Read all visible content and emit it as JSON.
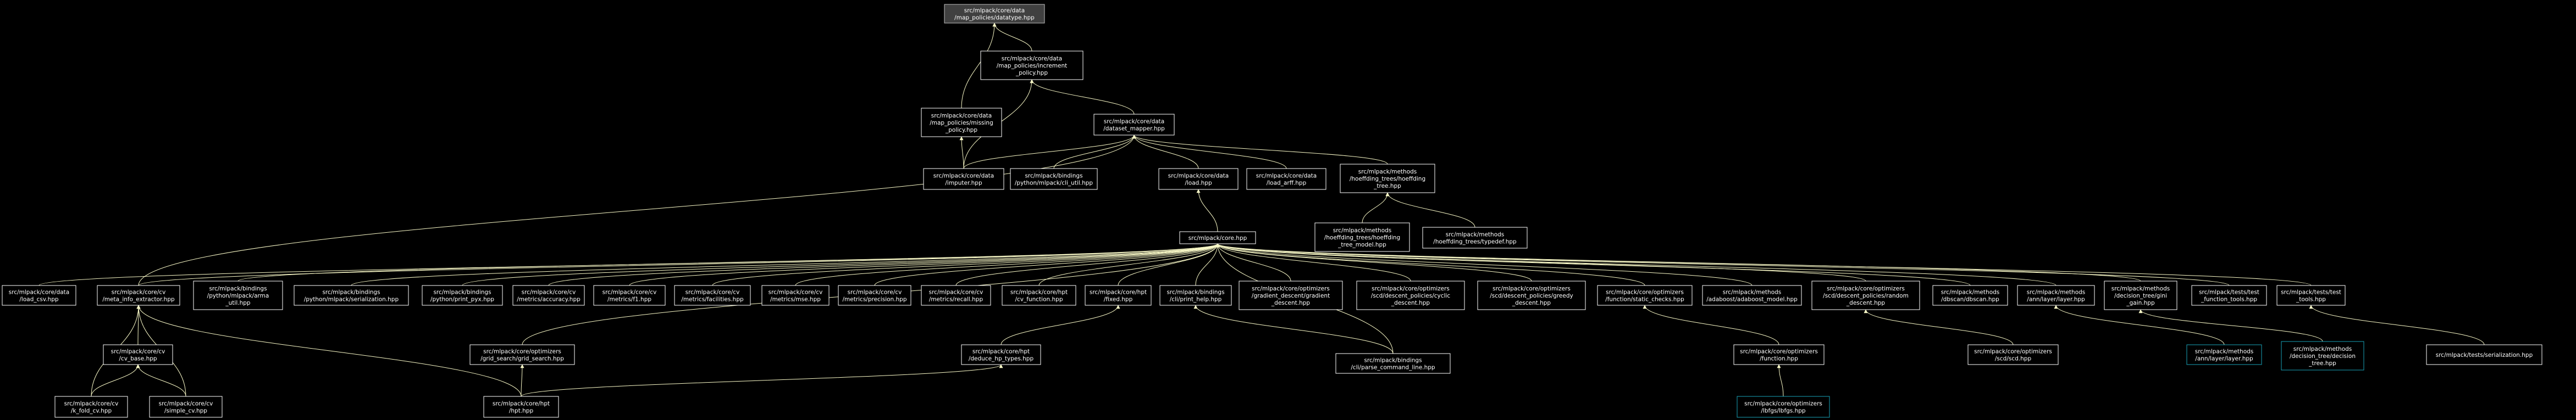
{
  "diagram": {
    "root": "n_datatype",
    "colors": {
      "background": "#000000",
      "edge": "#fafac8",
      "node_border": "#ffffff",
      "node_text": "#ffffff",
      "root_fill": "#404040",
      "root_border": "#c0c0c0",
      "highlight_border": "#17a2b8"
    },
    "nodes": [
      {
        "id": "n_datatype",
        "lines": [
          "src/mlpack/core/data",
          "/map_policies/datatype.hpp"
        ],
        "root": true
      },
      {
        "id": "n_increment",
        "lines": [
          "src/mlpack/core/data",
          "/map_policies/increment",
          "_policy.hpp"
        ]
      },
      {
        "id": "n_missing",
        "lines": [
          "src/mlpack/core/data",
          "/map_policies/missing",
          "_policy.hpp"
        ]
      },
      {
        "id": "n_dsmapper",
        "lines": [
          "src/mlpack/core/data",
          "/dataset_mapper.hpp"
        ]
      },
      {
        "id": "n_imputer",
        "lines": [
          "src/mlpack/core/data",
          "/imputer.hpp"
        ]
      },
      {
        "id": "n_cliutil",
        "lines": [
          "src/mlpack/bindings",
          "/python/mlpack/cli_util.hpp"
        ]
      },
      {
        "id": "n_load",
        "lines": [
          "src/mlpack/core/data",
          "/load.hpp"
        ]
      },
      {
        "id": "n_loadarff",
        "lines": [
          "src/mlpack/core/data",
          "/load_arff.hpp"
        ]
      },
      {
        "id": "n_hoefftree",
        "lines": [
          "src/mlpack/methods",
          "/hoeffding_trees/hoeffding",
          "_tree.hpp"
        ]
      },
      {
        "id": "n_hoefftreemodel",
        "lines": [
          "src/mlpack/methods",
          "/hoeffding_trees/hoeffding",
          "_tree_model.hpp"
        ]
      },
      {
        "id": "n_typedef",
        "lines": [
          "src/mlpack/methods",
          "/hoeffding_trees/typedef.hpp"
        ]
      },
      {
        "id": "n_core",
        "lines": [
          "src/mlpack/core.hpp"
        ]
      },
      {
        "id": "n_loadcsv",
        "lines": [
          "src/mlpack/core/data",
          "/load_csv.hpp"
        ]
      },
      {
        "id": "n_metainfo",
        "lines": [
          "src/mlpack/core/cv",
          "/meta_info_extractor.hpp"
        ]
      },
      {
        "id": "n_armautil",
        "lines": [
          "src/mlpack/bindings",
          "/python/mlpack/arma",
          "_util.hpp"
        ]
      },
      {
        "id": "n_serialization",
        "lines": [
          "src/mlpack/bindings",
          "/python/mlpack/serialization.hpp"
        ]
      },
      {
        "id": "n_printpyx",
        "lines": [
          "src/mlpack/bindings",
          "/python/print_pyx.hpp"
        ]
      },
      {
        "id": "n_accuracy",
        "lines": [
          "src/mlpack/core/cv",
          "/metrics/accuracy.hpp"
        ]
      },
      {
        "id": "n_f1",
        "lines": [
          "src/mlpack/core/cv",
          "/metrics/f1.hpp"
        ]
      },
      {
        "id": "n_facilities",
        "lines": [
          "src/mlpack/core/cv",
          "/metrics/facilities.hpp"
        ]
      },
      {
        "id": "n_mse",
        "lines": [
          "src/mlpack/core/cv",
          "/metrics/mse.hpp"
        ]
      },
      {
        "id": "n_precision",
        "lines": [
          "src/mlpack/core/cv",
          "/metrics/precision.hpp"
        ]
      },
      {
        "id": "n_recall",
        "lines": [
          "src/mlpack/core/cv",
          "/metrics/recall.hpp"
        ]
      },
      {
        "id": "n_cvfunction",
        "lines": [
          "src/mlpack/core/hpt",
          "/cv_function.hpp"
        ]
      },
      {
        "id": "n_fixed",
        "lines": [
          "src/mlpack/core/hpt",
          "/fixed.hpp"
        ]
      },
      {
        "id": "n_printhelp",
        "lines": [
          "src/mlpack/bindings",
          "/cli/print_help.hpp"
        ]
      },
      {
        "id": "n_gradient",
        "lines": [
          "src/mlpack/core/optimizers",
          "/gradient_descent/gradient",
          "_descent.hpp"
        ]
      },
      {
        "id": "n_cyclic",
        "lines": [
          "src/mlpack/core/optimizers",
          "/scd/descent_policies/cyclic",
          "_descent.hpp"
        ]
      },
      {
        "id": "n_greedy",
        "lines": [
          "src/mlpack/core/optimizers",
          "/scd/descent_policies/greedy",
          "_descent.hpp"
        ]
      },
      {
        "id": "n_staticchecks",
        "lines": [
          "src/mlpack/core/optimizers",
          "/function/static_checks.hpp"
        ]
      },
      {
        "id": "n_adaboost",
        "lines": [
          "src/mlpack/methods",
          "/adaboost/adaboost_model.hpp"
        ]
      },
      {
        "id": "n_random",
        "lines": [
          "src/mlpack/core/optimizers",
          "/scd/descent_policies/random",
          "_descent.hpp"
        ]
      },
      {
        "id": "n_dbscan",
        "lines": [
          "src/mlpack/methods",
          "/dbscan/dbscan.hpp"
        ]
      },
      {
        "id": "n_layer",
        "lines": [
          "src/mlpack/methods",
          "/ann/layer/layer.hpp"
        ]
      },
      {
        "id": "n_dtgain",
        "lines": [
          "src/mlpack/methods",
          "/decision_tree/gini",
          "_gain.hpp"
        ]
      },
      {
        "id": "n_testfunc",
        "lines": [
          "src/mlpack/tests/test",
          "_function_tools.hpp"
        ]
      },
      {
        "id": "n_testtools",
        "lines": [
          "src/mlpack/tests/test",
          "_tools.hpp"
        ]
      },
      {
        "id": "n_cvbase",
        "lines": [
          "src/mlpack/core/cv",
          "/cv_base.hpp"
        ]
      },
      {
        "id": "n_gridsearch",
        "lines": [
          "src/mlpack/core/optimizers",
          "/grid_search/grid_search.hpp"
        ]
      },
      {
        "id": "n_deducehp",
        "lines": [
          "src/mlpack/core/hpt",
          "/deduce_hp_types.hpp"
        ]
      },
      {
        "id": "n_parsecmd",
        "lines": [
          "src/mlpack/bindings",
          "/cli/parse_command_line.hpp"
        ]
      },
      {
        "id": "n_function",
        "lines": [
          "src/mlpack/core/optimizers",
          "/function.hpp"
        ]
      },
      {
        "id": "n_scd",
        "lines": [
          "src/mlpack/core/optimizers",
          "/scd/scd.hpp"
        ]
      },
      {
        "id": "n_layerfwd",
        "lines": [
          "src/mlpack/methods",
          "/ann/layer/layer.hpp"
        ],
        "highlight": true
      },
      {
        "id": "n_dtree",
        "lines": [
          "src/mlpack/methods",
          "/decision_tree/decision",
          "_tree.hpp"
        ],
        "highlight": true
      },
      {
        "id": "n_testser",
        "lines": [
          "src/mlpack/tests/serialization.hpp"
        ]
      },
      {
        "id": "n_kfold",
        "lines": [
          "src/mlpack/core/cv",
          "/k_fold_cv.hpp"
        ]
      },
      {
        "id": "n_simple",
        "lines": [
          "src/mlpack/core/cv",
          "/simple_cv.hpp"
        ]
      },
      {
        "id": "n_hpt",
        "lines": [
          "src/mlpack/core/hpt",
          "/hpt.hpp"
        ]
      },
      {
        "id": "n_lbfgs",
        "lines": [
          "src/mlpack/core/optimizers",
          "/lbfgs/lbfgs.hpp"
        ],
        "highlight": true
      }
    ],
    "edges": [
      [
        "n_increment",
        "n_datatype"
      ],
      [
        "n_missing",
        "n_datatype"
      ],
      [
        "n_dsmapper",
        "n_increment"
      ],
      [
        "n_imputer",
        "n_missing"
      ],
      [
        "n_imputer",
        "n_increment"
      ],
      [
        "n_imputer",
        "n_dsmapper"
      ],
      [
        "n_cliutil",
        "n_dsmapper"
      ],
      [
        "n_load",
        "n_dsmapper"
      ],
      [
        "n_loadarff",
        "n_dsmapper"
      ],
      [
        "n_hoefftree",
        "n_dsmapper"
      ],
      [
        "n_metainfo",
        "n_dsmapper"
      ],
      [
        "n_hoefftreemodel",
        "n_hoefftree"
      ],
      [
        "n_typedef",
        "n_hoefftree"
      ],
      [
        "n_core",
        "n_load"
      ],
      [
        "n_loadcsv",
        "n_core"
      ],
      [
        "n_metainfo",
        "n_core"
      ],
      [
        "n_armautil",
        "n_core"
      ],
      [
        "n_serialization",
        "n_core"
      ],
      [
        "n_printpyx",
        "n_core"
      ],
      [
        "n_accuracy",
        "n_core"
      ],
      [
        "n_f1",
        "n_core"
      ],
      [
        "n_facilities",
        "n_core"
      ],
      [
        "n_mse",
        "n_core"
      ],
      [
        "n_precision",
        "n_core"
      ],
      [
        "n_recall",
        "n_core"
      ],
      [
        "n_cvfunction",
        "n_core"
      ],
      [
        "n_fixed",
        "n_core"
      ],
      [
        "n_printhelp",
        "n_core"
      ],
      [
        "n_gradient",
        "n_core"
      ],
      [
        "n_cyclic",
        "n_core"
      ],
      [
        "n_greedy",
        "n_core"
      ],
      [
        "n_staticchecks",
        "n_core"
      ],
      [
        "n_adaboost",
        "n_core"
      ],
      [
        "n_random",
        "n_core"
      ],
      [
        "n_dbscan",
        "n_core"
      ],
      [
        "n_layer",
        "n_core"
      ],
      [
        "n_dtgain",
        "n_core"
      ],
      [
        "n_testfunc",
        "n_core"
      ],
      [
        "n_testtools",
        "n_core"
      ],
      [
        "n_gridsearch",
        "n_core"
      ],
      [
        "n_parsecmd",
        "n_core"
      ],
      [
        "n_cvbase",
        "n_metainfo"
      ],
      [
        "n_kfold",
        "n_metainfo"
      ],
      [
        "n_simple",
        "n_metainfo"
      ],
      [
        "n_kfold",
        "n_cvbase"
      ],
      [
        "n_simple",
        "n_cvbase"
      ],
      [
        "n_hpt",
        "n_metainfo"
      ],
      [
        "n_hpt",
        "n_gridsearch"
      ],
      [
        "n_hpt",
        "n_deducehp"
      ],
      [
        "n_deducehp",
        "n_fixed"
      ],
      [
        "n_parsecmd",
        "n_printhelp"
      ],
      [
        "n_function",
        "n_staticchecks"
      ],
      [
        "n_lbfgs",
        "n_function"
      ],
      [
        "n_scd",
        "n_random"
      ],
      [
        "n_layerfwd",
        "n_layer"
      ],
      [
        "n_dtree",
        "n_dtgain"
      ],
      [
        "n_testser",
        "n_testtools"
      ]
    ]
  }
}
